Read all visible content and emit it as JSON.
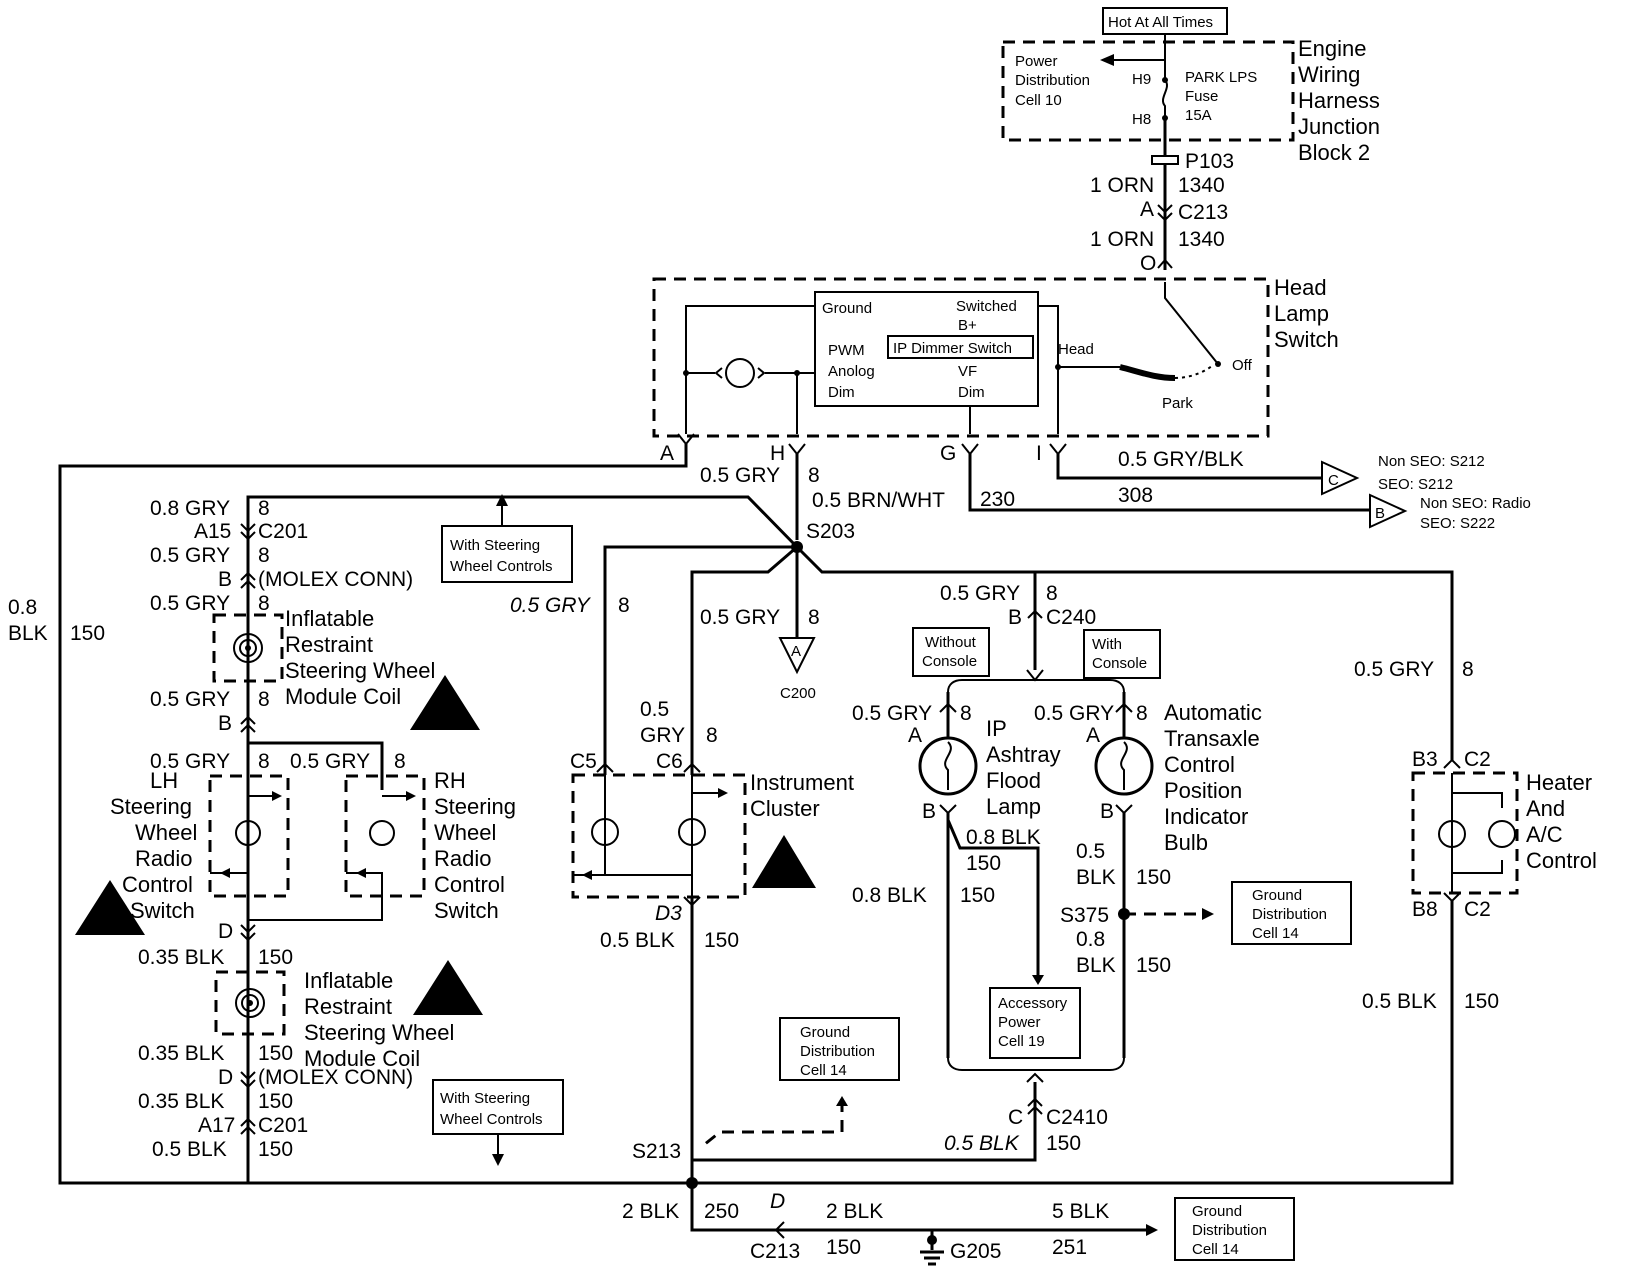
{
  "top": {
    "hot": "Hot At All Times",
    "pdc1": "Power",
    "pdc2": "Distribution",
    "pdc3": "Cell 10",
    "h9": "H9",
    "h8": "H8",
    "fuse1": "PARK LPS",
    "fuse2": "Fuse",
    "fuse3": "15A",
    "jb1": "Engine",
    "jb2": "Wiring",
    "jb3": "Harness",
    "jb4": "Junction",
    "jb5": "Block 2",
    "p103": "P103",
    "w1": "1 ORN",
    "c1340a": "1340",
    "pinA": "A",
    "c213": "C213",
    "w2": "1 ORN",
    "c1340b": "1340",
    "pinO": "O"
  },
  "headlamp": {
    "ground": "Ground",
    "switched": "Switched",
    "bplus": "B+",
    "ipdim": "IP Dimmer Switch",
    "pwm": "PWM",
    "anolog": "Anolog",
    "dim": "Dim",
    "vf": "VF",
    "vfdim": "Dim",
    "head": "Head",
    "off": "Off",
    "park": "Park",
    "t1": "Head",
    "t2": "Lamp",
    "t3": "Switch",
    "pA": "A",
    "pH": "H",
    "pG": "G",
    "pI": "I",
    "w_h": "0.5 GRY",
    "w_h8": "8",
    "w_brn": "0.5 BRN/WHT",
    "w_230": "230",
    "w_gb": "0.5 GRY/BLK",
    "w_308": "308",
    "ncC": "C",
    "ncB": "B",
    "ns1": "Non SEO: S212",
    "ns2": "SEO: S212",
    "ns3": "Non SEO: Radio",
    "ns4": "SEO: S222"
  },
  "left": {
    "w08": "0.8",
    "wblk": "BLK",
    "w150": "150",
    "g08": "0.8 GRY",
    "n8a": "8",
    "a15": "A15",
    "c201": "C201",
    "g05a": "0.5 GRY",
    "n8b": "8",
    "pB1": "B",
    "molex1": "(MOLEX CONN)",
    "g05b": "0.5 GRY",
    "n8c": "8",
    "ir1": "Inflatable",
    "ir2": "Restraint",
    "ir3": "Steering Wheel",
    "ir4": "Module Coil",
    "g05c": "0.5 GRY",
    "n8d": "8",
    "pB2": "B",
    "g05d": "0.5 GRY",
    "n8e": "8",
    "g05e": "0.5 GRY",
    "n8f": "8",
    "lh1": "LH",
    "lh2": "Steering",
    "lh3": "Wheel",
    "lh4": "Radio",
    "lh5": "Control",
    "lh6": "Switch",
    "rh1": "RH",
    "rh2": "Steering",
    "rh3": "Wheel",
    "rh4": "Radio",
    "rh5": "Control",
    "rh6": "Switch",
    "pD1": "D",
    "b035a": "0.35 BLK",
    "n150a": "150",
    "b035b": "0.35 BLK",
    "n150b": "150",
    "pD2": "D",
    "molex2": "(MOLEX CONN)",
    "b035c": "0.35 BLK",
    "n150c": "150",
    "a17": "A17",
    "c201b": "C201",
    "b05": "0.5 BLK",
    "n150d": "150",
    "sw1a": "With Steering",
    "sw1b": "Wheel Controls",
    "sw2a": "With Steering",
    "sw2b": "Wheel Controls"
  },
  "middle": {
    "s203": "S203",
    "g05l": "0.5 GRY",
    "n8l": "8",
    "g05c2": "0.5 GRY",
    "n8c2": "8",
    "cA": "A",
    "c200": "C200",
    "c5": "C5",
    "c6": "C6",
    "c6w1": "0.5",
    "c6w2": "GRY",
    "c6n": "8",
    "ic1": "Instrument",
    "ic2": "Cluster",
    "d3": "D3",
    "b05": "0.5 BLK",
    "n150": "150",
    "gd1": "Ground",
    "gd2": "Distribution",
    "gd3": "Cell 14",
    "s213": "S213"
  },
  "center": {
    "g05": "0.5 GRY",
    "n8": "8",
    "pB": "B",
    "c240": "C240",
    "wo1": "Without",
    "wo2": "Console",
    "wi1": "With",
    "wi2": "Console",
    "ipw": "0.5 GRY",
    "ipn": "8",
    "ipA": "A",
    "ip1": "IP",
    "ip2": "Ashtray",
    "ip3": "Flood",
    "ip4": "Lamp",
    "ipB": "B",
    "atw": "0.5 GRY",
    "atn": "8",
    "atA": "A",
    "at1": "Automatic",
    "at2": "Transaxle",
    "at3": "Control",
    "at4": "Position",
    "at5": "Indicator",
    "at6": "Bulb",
    "atB": "B",
    "b08a": "0.8 BLK",
    "n150a": "150",
    "b08b": "0.8 BLK",
    "n150b": "150",
    "w05": "0.5",
    "wblk": "BLK",
    "n150c": "150",
    "s375": "S375",
    "w08": "0.8",
    "wblk2": "BLK",
    "n150d": "150",
    "gd1": "Ground",
    "gd2": "Distribution",
    "gd3": "Cell 14",
    "ap1": "Accessory",
    "ap2": "Power",
    "ap3": "Cell 19",
    "pC": "C",
    "c2410": "C2410",
    "b05": "0.5 BLK",
    "n150e": "150"
  },
  "right": {
    "g05": "0.5 GRY",
    "n8": "8",
    "b3": "B3",
    "c2a": "C2",
    "h1": "Heater",
    "h2": "And",
    "h3": "A/C",
    "h4": "Control",
    "b8": "B8",
    "c2b": "C2",
    "b05": "0.5 BLK",
    "n150": "150"
  },
  "bottom": {
    "b2": "2 BLK",
    "n250": "250",
    "pD": "D",
    "c213": "C213",
    "b2b": "2 BLK",
    "n150": "150",
    "g205": "G205",
    "b5": "5 BLK",
    "n251": "251",
    "gd1": "Ground",
    "gd2": "Distribution",
    "gd3": "Cell 14"
  }
}
